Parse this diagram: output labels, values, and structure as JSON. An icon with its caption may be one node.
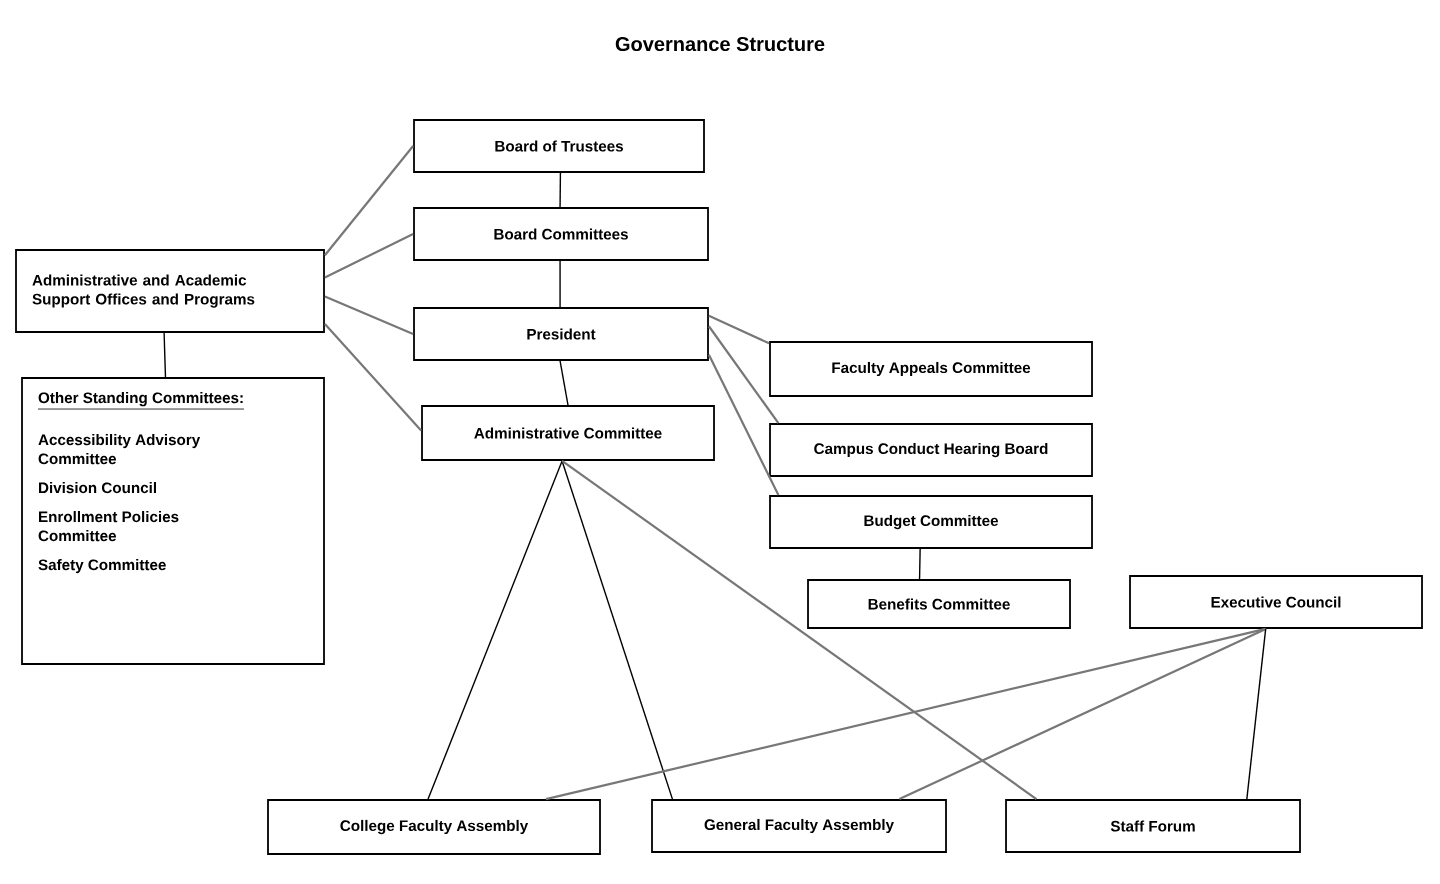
{
  "diagram": {
    "title": "Governance Structure",
    "nodes": [
      {
        "text": [
          "Board of Trustees"
        ]
      },
      {
        "text": [
          "Board Committees"
        ]
      },
      {
        "text": [
          "Administrative and Academic Support Offices and Programs"
        ]
      },
      {
        "text": [
          "President"
        ]
      },
      {
        "text": [
          "Other Standing Committees:",
          "Accessibility Advisory Committee",
          "Division Council",
          "Enrollment Policies Committee",
          "Safety Committee"
        ]
      },
      {
        "text": [
          "Administrative Committee"
        ]
      },
      {
        "text": [
          "Faculty Appeals Committee"
        ]
      },
      {
        "text": [
          "Campus Conduct Hearing Board"
        ]
      },
      {
        "text": [
          "Budget Committee"
        ]
      },
      {
        "text": [
          "Benefits Committee"
        ]
      },
      {
        "text": [
          "Executive Council"
        ]
      },
      {
        "text": [
          "College Faculty Assembly"
        ]
      },
      {
        "text": [
          "General Faculty Assembly"
        ]
      },
      {
        "text": [
          "Staff Forum"
        ]
      }
    ],
    "edges": [
      {
        "from": 2,
        "to": 0,
        "arrow": "none",
        "color": "#777777"
      },
      {
        "from": 2,
        "to": 1,
        "arrow": "none",
        "color": "#777777"
      },
      {
        "from": 2,
        "to": 3,
        "arrow": "none",
        "color": "#777777"
      },
      {
        "from": 2,
        "to": 5,
        "arrow": "none",
        "color": "#777777"
      },
      {
        "from": 0,
        "to": 1,
        "arrow": "none",
        "color": "#000000"
      },
      {
        "from": 1,
        "to": 3,
        "arrow": "none",
        "color": "#000000"
      },
      {
        "from": 3,
        "to": 5,
        "arrow": "none",
        "color": "#000000"
      },
      {
        "from": 2,
        "to": 4,
        "arrow": "none",
        "color": "#000000"
      },
      {
        "from": 3,
        "to": 6,
        "arrow": "none",
        "color": "#777777"
      },
      {
        "from": 3,
        "to": 7,
        "arrow": "none",
        "color": "#777777"
      },
      {
        "from": 3,
        "to": 8,
        "arrow": "none",
        "color": "#777777"
      },
      {
        "from": 8,
        "to": 9,
        "arrow": "none",
        "color": "#000000"
      },
      {
        "from": 5,
        "to": 11,
        "arrow": "none",
        "color": "#000000"
      },
      {
        "from": 5,
        "to": 12,
        "arrow": "none",
        "color": "#000000"
      },
      {
        "from": 5,
        "to": 13,
        "arrow": "none",
        "color": "#777777"
      },
      {
        "from": 10,
        "to": 11,
        "arrow": "none",
        "color": "#777777"
      },
      {
        "from": 10,
        "to": 12,
        "arrow": "none",
        "color": "#777777"
      },
      {
        "from": 10,
        "to": 13,
        "arrow": "none",
        "color": "#000000"
      }
    ]
  }
}
